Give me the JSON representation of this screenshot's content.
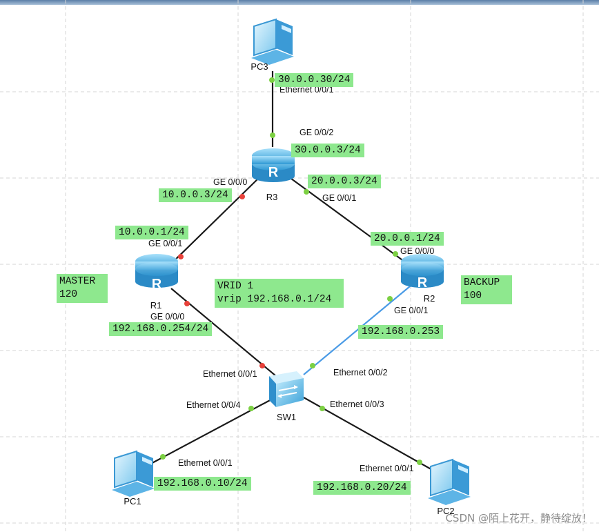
{
  "devices": {
    "pc3": "PC3",
    "r3": "R3",
    "r1": "R1",
    "r2": "R2",
    "sw1": "SW1",
    "pc1": "PC1",
    "pc2": "PC2"
  },
  "ports": {
    "pc3_eth": "Ethernet 0/0/1",
    "r3_ge002": "GE 0/0/2",
    "r3_ge000": "GE 0/0/0",
    "r3_ge001": "GE 0/0/1",
    "r1_ge001": "GE 0/0/1",
    "r1_ge000": "GE 0/0/0",
    "r2_ge000": "GE 0/0/0",
    "r2_ge001": "GE 0/0/1",
    "sw_e001": "Ethernet 0/0/1",
    "sw_e002": "Ethernet 0/0/2",
    "sw_e004": "Ethernet 0/0/4",
    "sw_e003": "Ethernet 0/0/3",
    "pc1_eth": "Ethernet 0/0/1",
    "pc2_eth": "Ethernet 0/0/1"
  },
  "labels": {
    "pc3_ip": "30.0.0.30/24",
    "r3_g2_ip": "30.0.0.3/24",
    "r3_g0_ip": "10.0.0.3/24",
    "r3_g1_ip": "20.0.0.3/24",
    "r1_g1_ip": "10.0.0.1/24",
    "r2_g0_ip": "20.0.0.1/24",
    "master_line1": "MASTER",
    "master_line2": "120",
    "backup_line1": "BACKUP",
    "backup_line2": "100",
    "vrid_line1": "VRID 1",
    "vrid_line2": "vrip 192.168.0.1/24",
    "r1_g0_ip": "192.168.0.254/24",
    "r2_g1_ip": "192.168.0.253",
    "pc1_ip": "192.168.0.10/24",
    "pc2_ip": "192.168.0.20/24"
  },
  "watermark": "CSDN @陌上花开，静待绽放！",
  "colors": {
    "label_bg": "#8ee88e",
    "link": "#1a1a1a",
    "blocked_link": "#4a9be6",
    "port_up": "#7cd043",
    "port_down": "#e8413a",
    "grid": "#d6d6d6"
  }
}
